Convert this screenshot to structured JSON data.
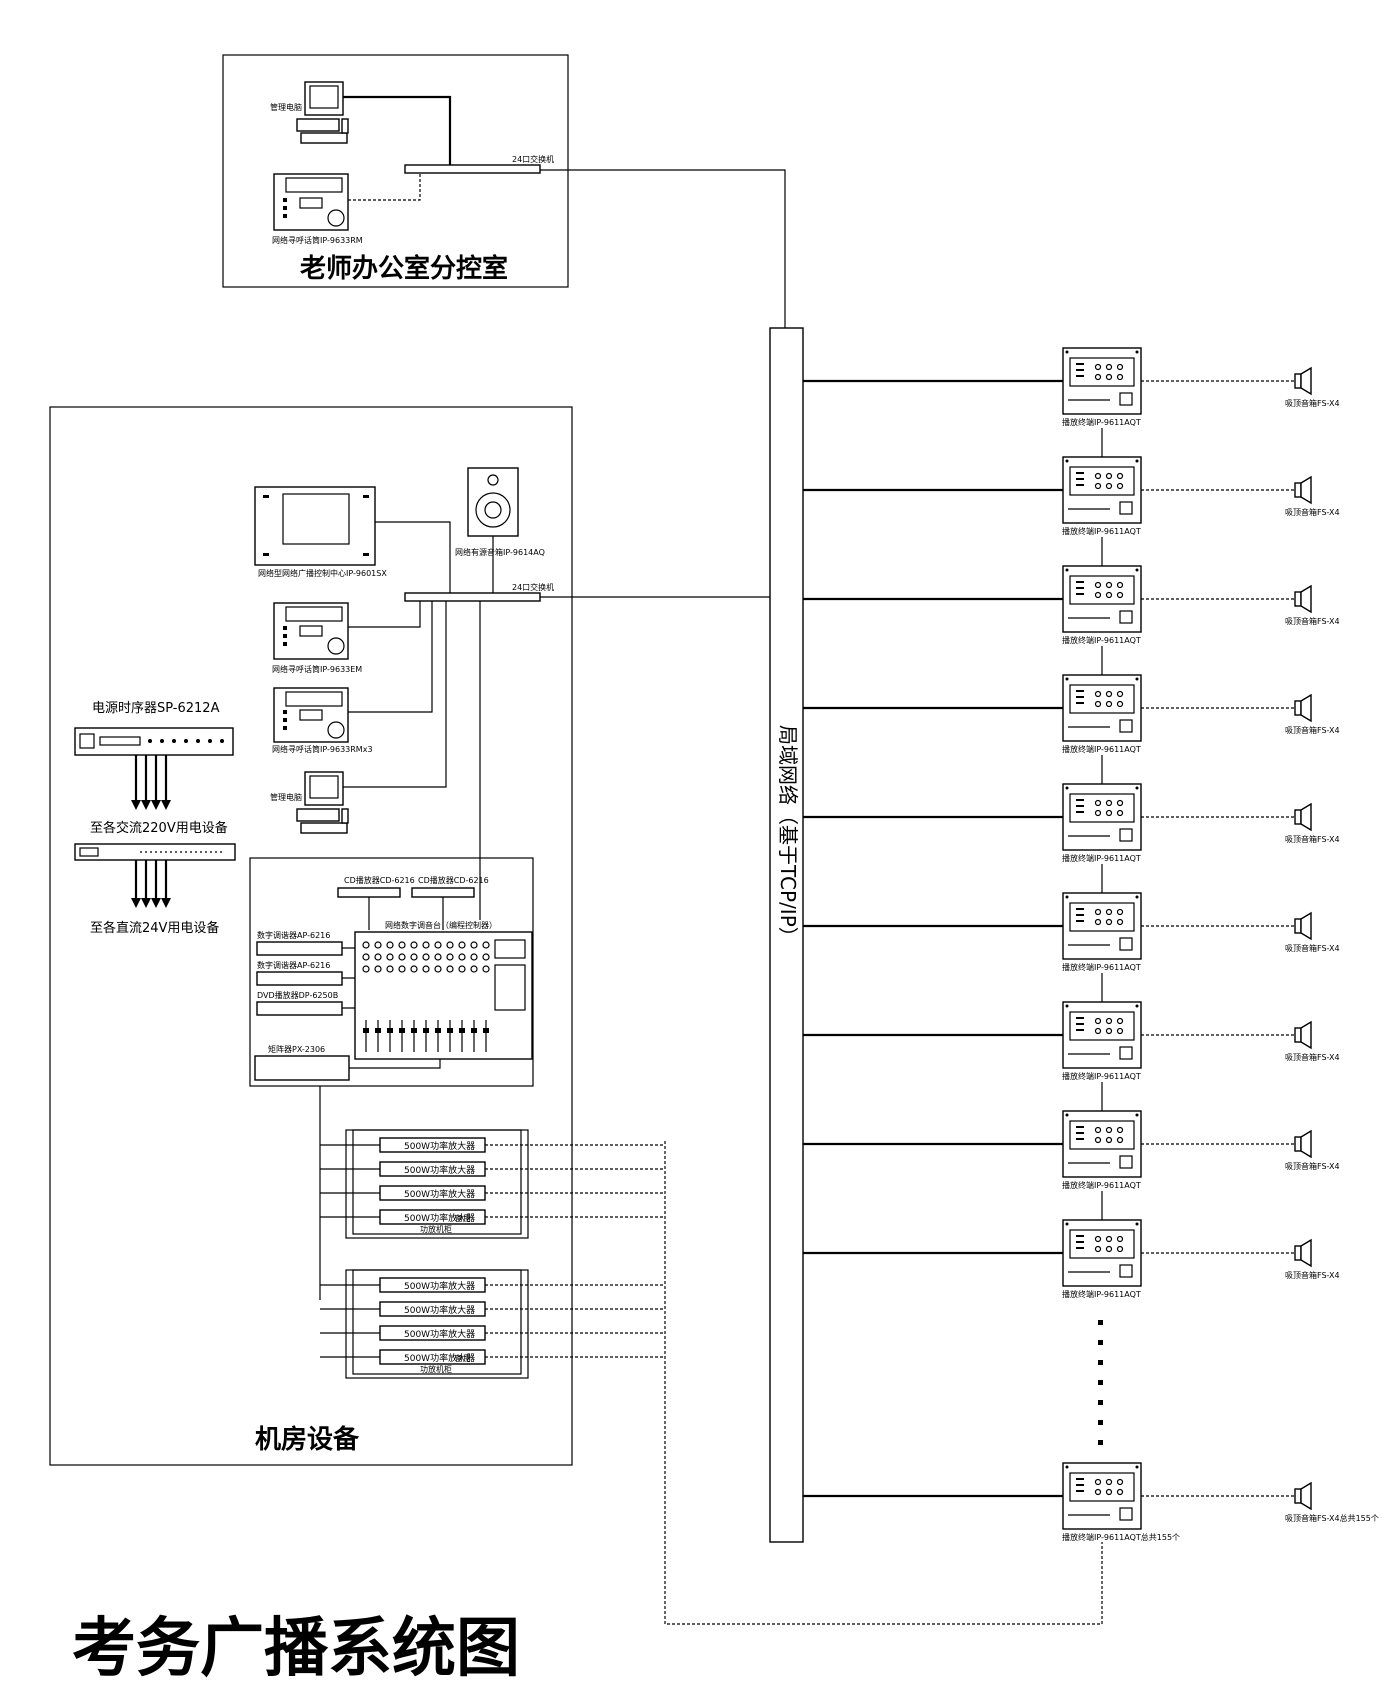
{
  "title": "考务广播系统图",
  "office_room": {
    "name": "老师办公室分控室",
    "switch_label": "24口交换机",
    "computer_label": "管理电脑",
    "paging_mic_label": "网络寻呼话筒IP-9633RM"
  },
  "machine_room": {
    "name": "机房设备",
    "switch_label": "24口交换机",
    "server_label": "网络型网络广播控制中心IP-9601SX",
    "monitor_label": "网络有源音箱IP-9614AQ",
    "paging_mic_label": "网络寻呼话筒IP-9633EM",
    "paging_mic2_label": "网络寻呼话筒IP-9633RMx3",
    "computer_label": "管理电脑",
    "power_sequencer_label": "电源时序器SP-6212A",
    "ac_label": "至各交流220V用电设备",
    "dc_label": "至各直流24V用电设备",
    "mixer_label": "网络数字调音台（编程控制器）",
    "cd1_label": "CD播放器CD-6216",
    "cd2_label": "CD播放器CD-6216",
    "tuner1_label": "数字调谐器AP-6216",
    "tuner2_label": "数字调谐器AP-6216",
    "dvd_label": "DVD播放器DP-6250B",
    "matrix_label": "矩阵器PX-2306",
    "amp_rack1": {
      "amps": [
        "500W功率放大器",
        "500W功率放大器",
        "500W功率放大器",
        "500W功率放大器"
      ],
      "backup": "备用",
      "caption": "功放机柜"
    },
    "amp_rack2": {
      "amps": [
        "500W功率放大器",
        "500W功率放大器",
        "500W功率放大器",
        "500W功率放大器"
      ],
      "backup": "备用",
      "caption": "功放机柜"
    }
  },
  "network_backbone": "局域网络（基于TCP/IP）",
  "terminals": [
    {
      "label": "播放终端IP-9611AQT",
      "speaker": "吸顶音箱FS-X4"
    },
    {
      "label": "播放终端IP-9611AQT",
      "speaker": "吸顶音箱FS-X4"
    },
    {
      "label": "播放终端IP-9611AQT",
      "speaker": "吸顶音箱FS-X4"
    },
    {
      "label": "播放终端IP-9611AQT",
      "speaker": "吸顶音箱FS-X4"
    },
    {
      "label": "播放终端IP-9611AQT",
      "speaker": "吸顶音箱FS-X4"
    },
    {
      "label": "播放终端IP-9611AQT",
      "speaker": "吸顶音箱FS-X4"
    },
    {
      "label": "播放终端IP-9611AQT",
      "speaker": "吸顶音箱FS-X4"
    },
    {
      "label": "播放终端IP-9611AQT",
      "speaker": "吸顶音箱FS-X4"
    },
    {
      "label": "播放终端IP-9611AQT",
      "speaker": "吸顶音箱FS-X4"
    }
  ],
  "last_terminal": {
    "label": "播放终端IP-9611AQT总共155个",
    "speaker": "吸顶音箱FS-X4总共155个"
  }
}
